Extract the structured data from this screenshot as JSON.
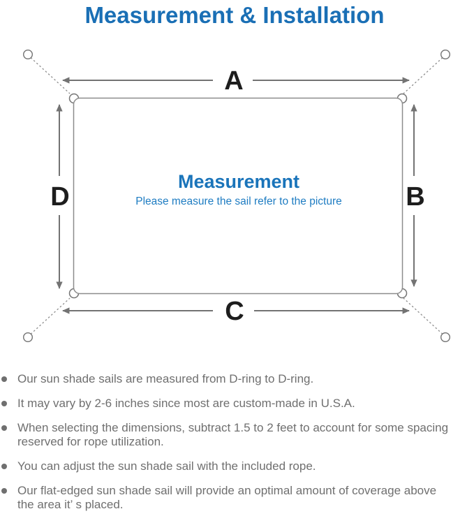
{
  "title": "Measurement & Installation",
  "diagram": {
    "side_labels": {
      "top": "A",
      "right": "B",
      "bottom": "C",
      "left": "D"
    },
    "center_title": "Measurement",
    "center_subtitle": "Please measure the sail refer to the picture"
  },
  "notes": [
    "Our sun shade sails are measured from D-ring to D-ring.",
    "It may vary by 2-6 inches since most are custom-made in U.S.A.",
    "When selecting the dimensions, subtract 1.5 to 2 feet to account for some spacing\nreserved for rope utilization.",
    "You can adjust the sun shade sail with the included rope.",
    "Our flat-edged sun shade sail will provide an optimal amount of coverage above\nthe area it’ s placed."
  ],
  "colors": {
    "title_blue": "#1a6fb5",
    "center_blue": "#1a74ba",
    "subtitle_blue": "#1e7cc2",
    "border_gray": "#8c8c8c",
    "arrow_gray": "#737373",
    "label_black": "#1d1d1d",
    "note_gray": "#6f6f6f"
  }
}
